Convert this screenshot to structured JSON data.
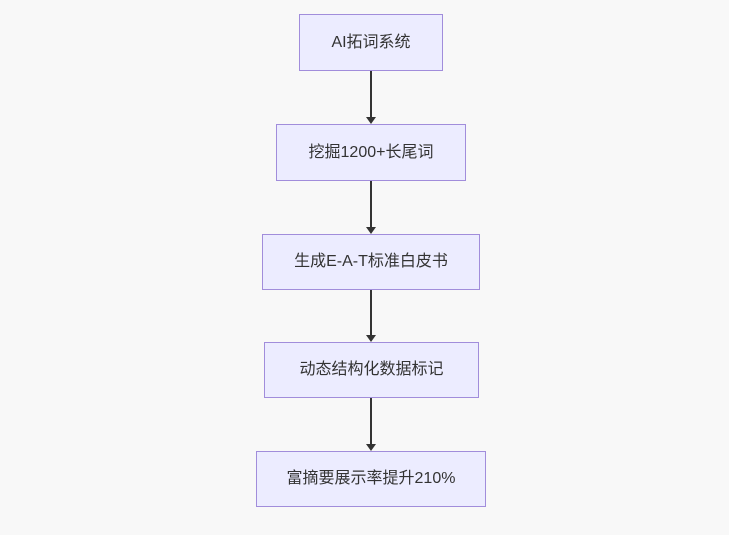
{
  "flowchart": {
    "type": "flowchart",
    "direction": "top-down",
    "nodes": [
      {
        "label": "AI拓词系统"
      },
      {
        "label": "挖掘1200+长尾词"
      },
      {
        "label": "生成E-A-T标准白皮书"
      },
      {
        "label": "动态结构化数据标记"
      },
      {
        "label": "富摘要展示率提升210%"
      }
    ],
    "edges": [
      {
        "from": 0,
        "to": 1
      },
      {
        "from": 1,
        "to": 2
      },
      {
        "from": 2,
        "to": 3
      },
      {
        "from": 3,
        "to": 4
      }
    ]
  },
  "theme": {
    "canvas_bg": "#f8f8f8",
    "node_fill": "#ececff",
    "node_border": "#a18ddb",
    "node_text": "#333333",
    "arrow_color": "#333333"
  }
}
